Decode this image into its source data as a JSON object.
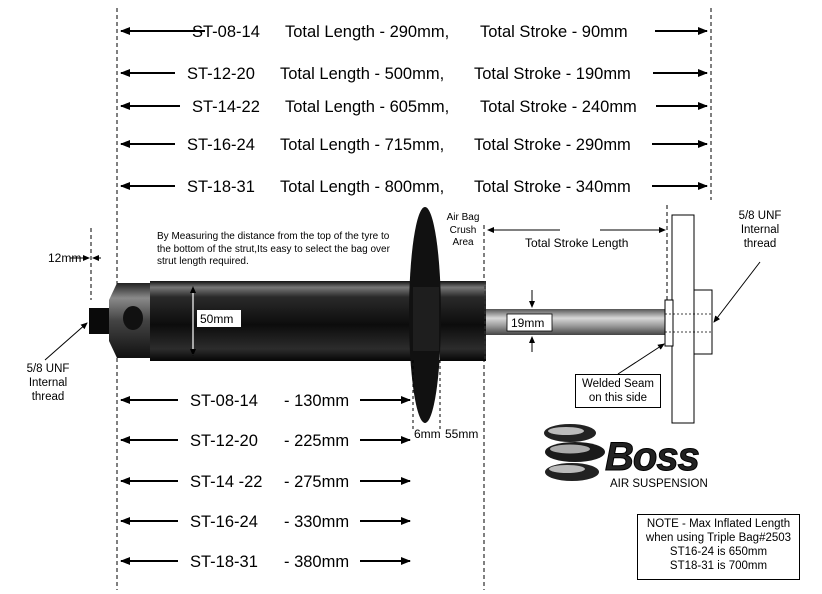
{
  "top_specs": [
    {
      "model": "ST-08-14",
      "length": "Total Length - 290mm,",
      "stroke": "Total Stroke - 90mm"
    },
    {
      "model": "ST-12-20",
      "length": "Total Length - 500mm,",
      "stroke": "Total Stroke - 190mm"
    },
    {
      "model": "ST-14-22",
      "length": "Total Length - 605mm,",
      "stroke": "Total Stroke - 240mm"
    },
    {
      "model": "ST-16-24",
      "length": "Total Length - 715mm,",
      "stroke": "Total Stroke - 290mm"
    },
    {
      "model": "ST-18-31",
      "length": "Total Length - 800mm,",
      "stroke": "Total Stroke - 340mm"
    }
  ],
  "bottom_specs": [
    {
      "model": "ST-08-14",
      "value": "- 130mm"
    },
    {
      "model": "ST-12-20",
      "value": "- 225mm"
    },
    {
      "model": "ST-14 -22",
      "value": "- 275mm"
    },
    {
      "model": "ST-16-24",
      "value": "- 330mm"
    },
    {
      "model": "ST-18-31",
      "value": "- 380mm"
    }
  ],
  "labels": {
    "gap_12mm": "12mm",
    "left_thread": [
      "5/8 UNF",
      "Internal",
      "thread"
    ],
    "right_thread": [
      "5/8 UNF",
      "Internal",
      "thread"
    ],
    "description": "By Measuring the distance from the top of the tyre to the bottom of the strut,Its easy to select the bag over strut length required.",
    "air_bag_area": [
      "Air Bag",
      "Crush",
      "Area"
    ],
    "total_stroke_length": "Total Stroke Length",
    "body_diameter": "50mm",
    "rod_diameter": "19mm",
    "disc_6mm": "6mm",
    "disc_55mm": "55mm",
    "welded_seam": [
      "Welded Seam",
      "on this side"
    ]
  },
  "logo": {
    "name": "Boss",
    "tagline": "AIR SUSPENSION"
  },
  "note": [
    "NOTE - Max Inflated Length",
    "when using Triple Bag#2503",
    "ST16-24 is 650mm",
    "ST18-31 is 700mm"
  ]
}
